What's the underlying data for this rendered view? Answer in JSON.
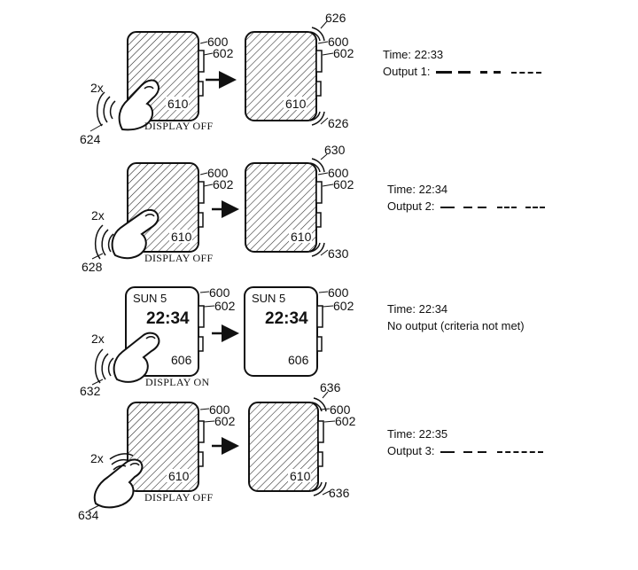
{
  "panels": [
    {
      "ref_finger": "624",
      "caption": "DISPLAY OFF",
      "screen": "off",
      "ref_screen": "610",
      "ref_device": "600",
      "ref_crown": "602",
      "ref_haptic": "626",
      "time_text": "Time: 22:33",
      "output_text": "Output 1:"
    },
    {
      "ref_finger": "628",
      "caption": "DISPLAY OFF",
      "screen": "off",
      "ref_screen": "610",
      "ref_device": "600",
      "ref_crown": "602",
      "ref_haptic": "630",
      "time_text": "Time: 22:34",
      "output_text": "Output 2:"
    },
    {
      "ref_finger": "632",
      "caption": "DISPLAY ON",
      "screen": "on",
      "date_text": "SUN 5",
      "clock_text": "22:34",
      "ref_screen": "606",
      "ref_device": "600",
      "ref_crown": "602",
      "ref_haptic": "",
      "time_text": "Time: 22:34",
      "output_text": "No output (criteria not met)"
    },
    {
      "ref_finger": "634",
      "caption": "DISPLAY OFF",
      "screen": "off",
      "ref_screen": "610",
      "ref_device": "600",
      "ref_crown": "602",
      "ref_haptic": "636",
      "time_text": "Time: 22:35",
      "output_text": "Output 3:"
    }
  ],
  "tap_label": "2x"
}
